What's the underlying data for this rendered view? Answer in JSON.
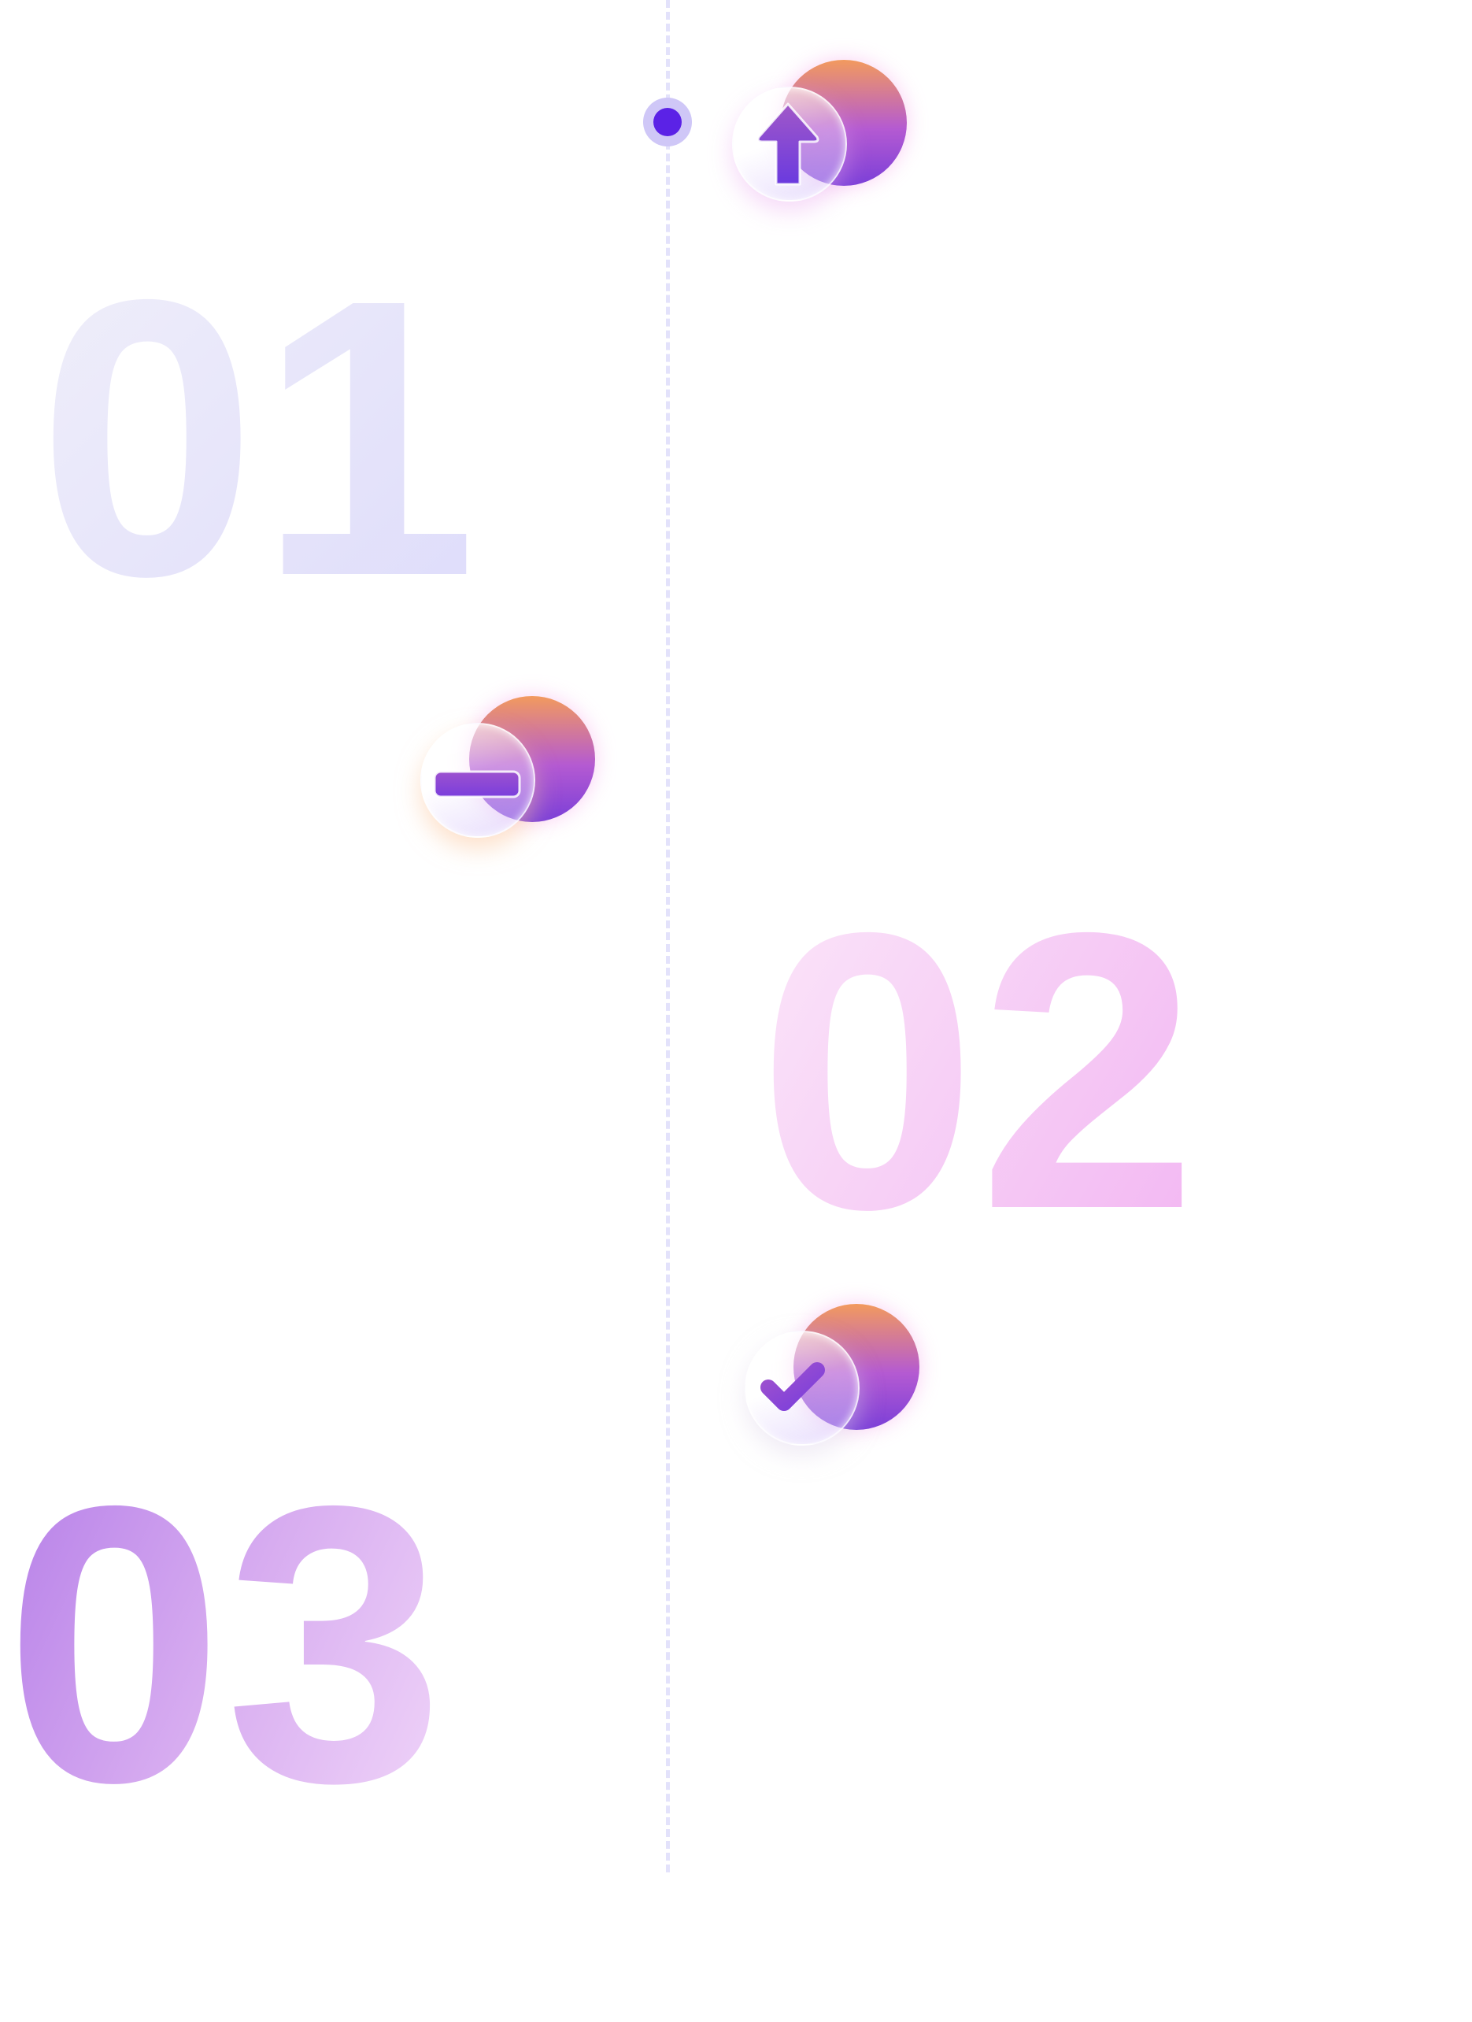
{
  "steps": [
    {
      "number": "01",
      "icon": "upload-arrow-icon"
    },
    {
      "number": "02",
      "icon": "minus-icon"
    },
    {
      "number": "03",
      "icon": "check-icon"
    }
  ],
  "colors": {
    "timeline_line": "#e3e2fb",
    "timeline_dot": "#5b22e6",
    "number_01": "#dedcfb",
    "number_02": "#f2b6f2",
    "number_03": "#b57ee8",
    "icon_orange": "#f29a5e",
    "icon_purple": "#7b3fd8"
  }
}
